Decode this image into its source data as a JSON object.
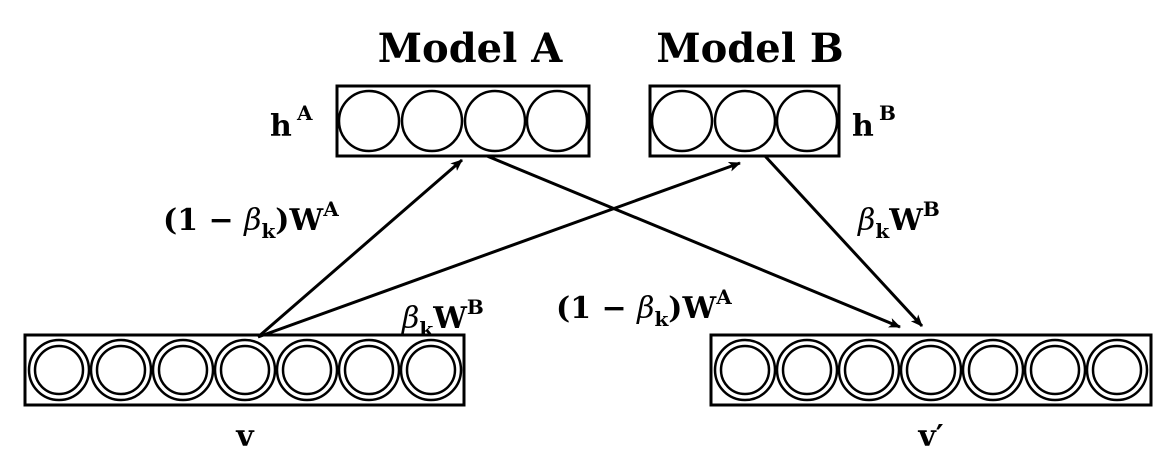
{
  "model_a": {
    "title": "Model A",
    "hidden_label": "h",
    "hidden_sup": "A"
  },
  "model_b": {
    "title": "Model B",
    "hidden_label": "h",
    "hidden_sup": "B"
  },
  "visible_in": {
    "label": "v"
  },
  "visible_out": {
    "label": "v′"
  },
  "edge_labels": {
    "in_to_a": {
      "prefix": "(1 − ",
      "beta": "β",
      "beta_sub": "k",
      "suffix": ")W",
      "sup": "A"
    },
    "in_to_b": {
      "prefix": "",
      "beta": "β",
      "beta_sub": "k",
      "suffix": "W",
      "sup": "B"
    },
    "a_to_out": {
      "prefix": "(1 − ",
      "beta": "β",
      "beta_sub": "k",
      "suffix": ")W",
      "sup": "A"
    },
    "b_to_out": {
      "prefix": "",
      "beta": "β",
      "beta_sub": "k",
      "suffix": "W",
      "sup": "B"
    }
  }
}
